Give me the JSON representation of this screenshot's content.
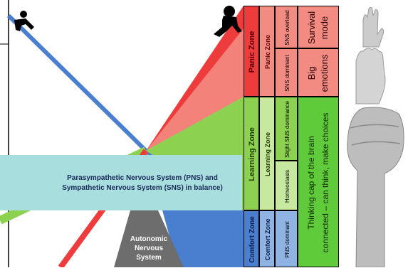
{
  "colors": {
    "panic": "#ee3b3b",
    "panic_light": "#f28b82",
    "learning": "#8cd14f",
    "learning_light": "#c7e89f",
    "comfort": "#4a7fd0",
    "comfort_light": "#8fb4e4",
    "balance_box": "#a8dede",
    "thinking_band": "#5fcb3a",
    "autonomic": "#6d6d6d",
    "border": "#000000"
  },
  "balance_box": {
    "line1": "Parasympathetic Nervous System (PNS) and",
    "line2": "Sympathetic Nervous System (SNS) in balance)"
  },
  "autonomic": {
    "line1": "Autonomic",
    "line2": "Nervous",
    "line3": "System"
  },
  "zones": {
    "panic": "Panic Zone",
    "learning": "Learning Zone",
    "comfort": "Comfort Zone"
  },
  "sub_zones": {
    "panic": "Panic Zone",
    "learning": "Learning Zone",
    "comfort": "Comfort Zone"
  },
  "states": {
    "sns_overload": "SNS overload",
    "sns_dominant": "SNS dominant",
    "slight_sns": "Slight SNS dominance",
    "homeostasis": "Homeostasis",
    "pns_dominant": "PNS dominant"
  },
  "outcomes": {
    "survival_line1": "Survival",
    "survival_line2": "mode",
    "big_line1": "Big",
    "big_line2": "emotions",
    "thinking_line1": "Thinking cap of the brain",
    "thinking_line2": "connected – can think, make choices"
  },
  "icons": {
    "climber": "climbing-person-icon",
    "runner": "running-monster-icon",
    "hand_open": "open-hand-icon",
    "hand_thumb": "thumb-tucked-hand-icon",
    "fist": "fist-icon"
  }
}
